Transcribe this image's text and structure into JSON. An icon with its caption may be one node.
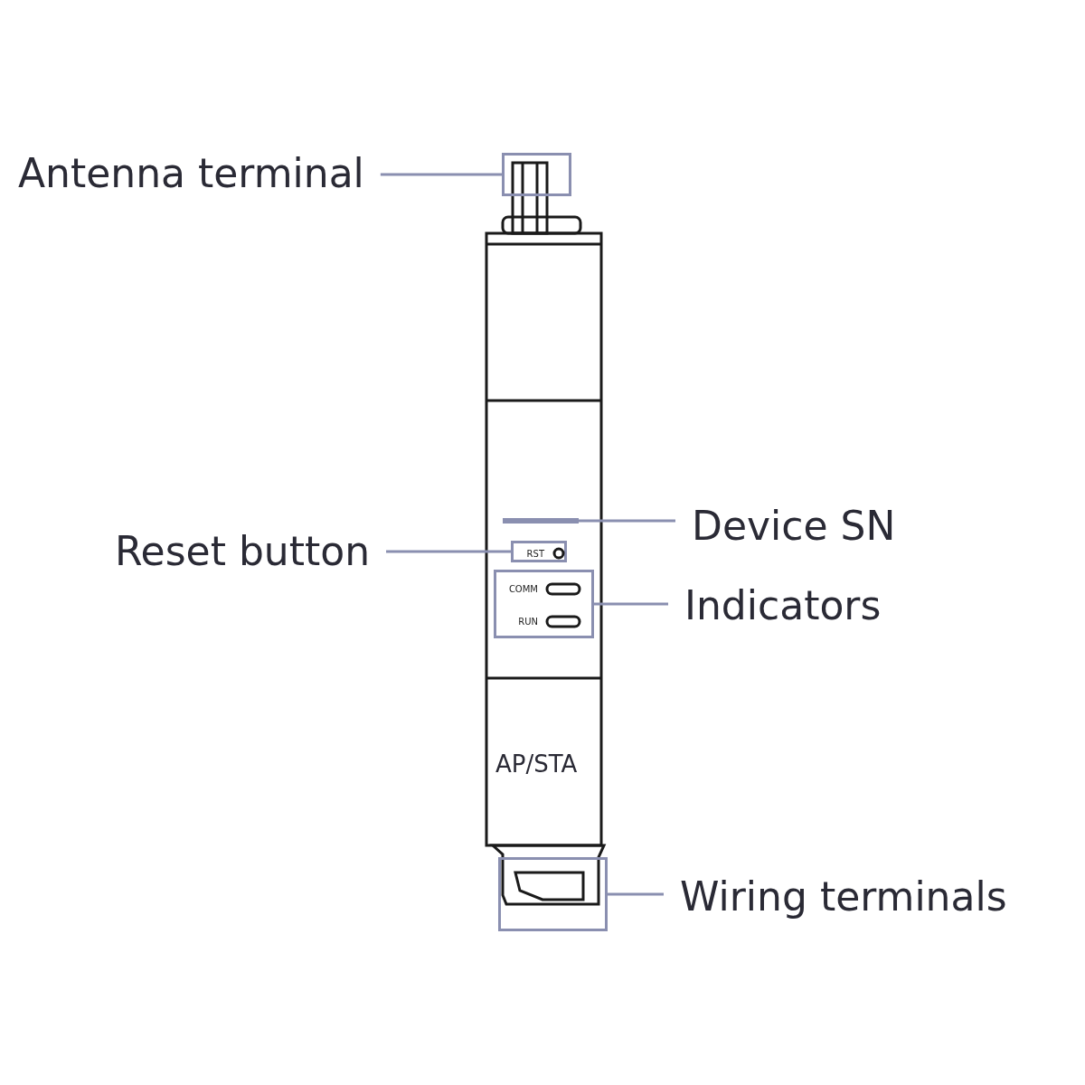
{
  "diagram": {
    "nodes": [
      {
        "text": [
          "Antenna terminal"
        ]
      },
      {
        "text": [
          "Device SN"
        ]
      },
      {
        "text": [
          "Reset button"
        ]
      },
      {
        "text": [
          "Indicators"
        ]
      },
      {
        "text": [
          "Wiring terminals"
        ]
      },
      {
        "text": [],
        "shape": "box"
      },
      {
        "text": [],
        "shape": "bar"
      },
      {
        "text": [
          "RST"
        ]
      },
      {
        "text": [
          "COMM",
          "RUN"
        ]
      },
      {
        "text": [],
        "shape": "box"
      }
    ],
    "edges": [
      {
        "from": 0,
        "to": 5,
        "arrow": "none"
      },
      {
        "from": 1,
        "to": 6,
        "arrow": "none"
      },
      {
        "from": 2,
        "to": 7,
        "arrow": "none"
      },
      {
        "from": 3,
        "to": 8,
        "arrow": "none"
      },
      {
        "from": 4,
        "to": 9,
        "arrow": "none"
      }
    ],
    "labels": [
      "AP/STA"
    ]
  }
}
